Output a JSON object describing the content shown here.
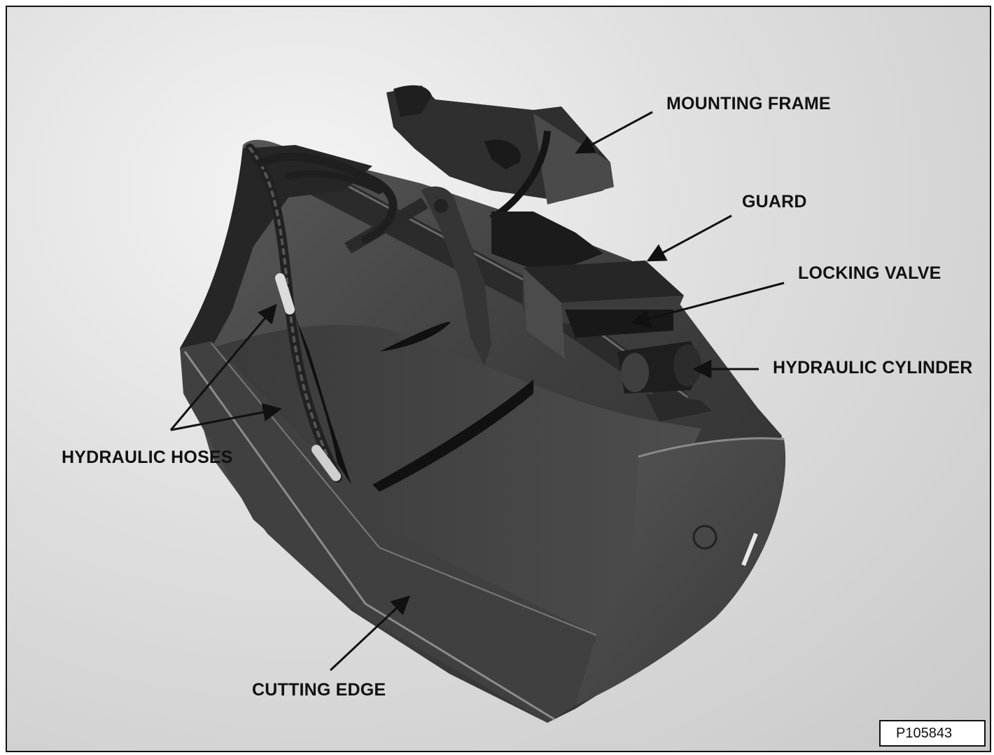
{
  "figure": {
    "labels": {
      "mounting_frame": "MOUNTING FRAME",
      "guard": "GUARD",
      "locking_valve": "LOCKING VALVE",
      "hydraulic_cylinder": "HYDRAULIC CYLINDER",
      "hydraulic_hoses": "HYDRAULIC HOSES",
      "cutting_edge": "CUTTING EDGE"
    },
    "figure_id": "P105843",
    "colors": {
      "ink": "#111111",
      "background": "#ffffff"
    }
  }
}
